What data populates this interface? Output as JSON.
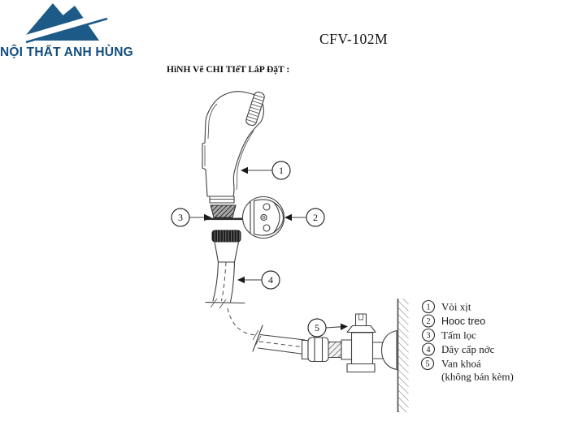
{
  "brand": {
    "name": "NỘI THẤT ANH HÙNG"
  },
  "header": {
    "title": "CFV-102M",
    "subtitle": "HìNH Vẽ CHI TIếT LắP ĐặT :"
  },
  "parts": [
    {
      "num": "1",
      "label": "Vòi xịt"
    },
    {
      "num": "2",
      "label": "Hooc treo"
    },
    {
      "num": "3",
      "label": "Tấm lọc"
    },
    {
      "num": "4",
      "label": "Dây cấp nớc"
    },
    {
      "num": "5",
      "label": "Van khoá"
    }
  ],
  "legend_note": "(không bán kèm)",
  "colors": {
    "brand_blue": "#1e5a87",
    "brand_text": "#124d7e",
    "line": "#3f3f3f"
  }
}
